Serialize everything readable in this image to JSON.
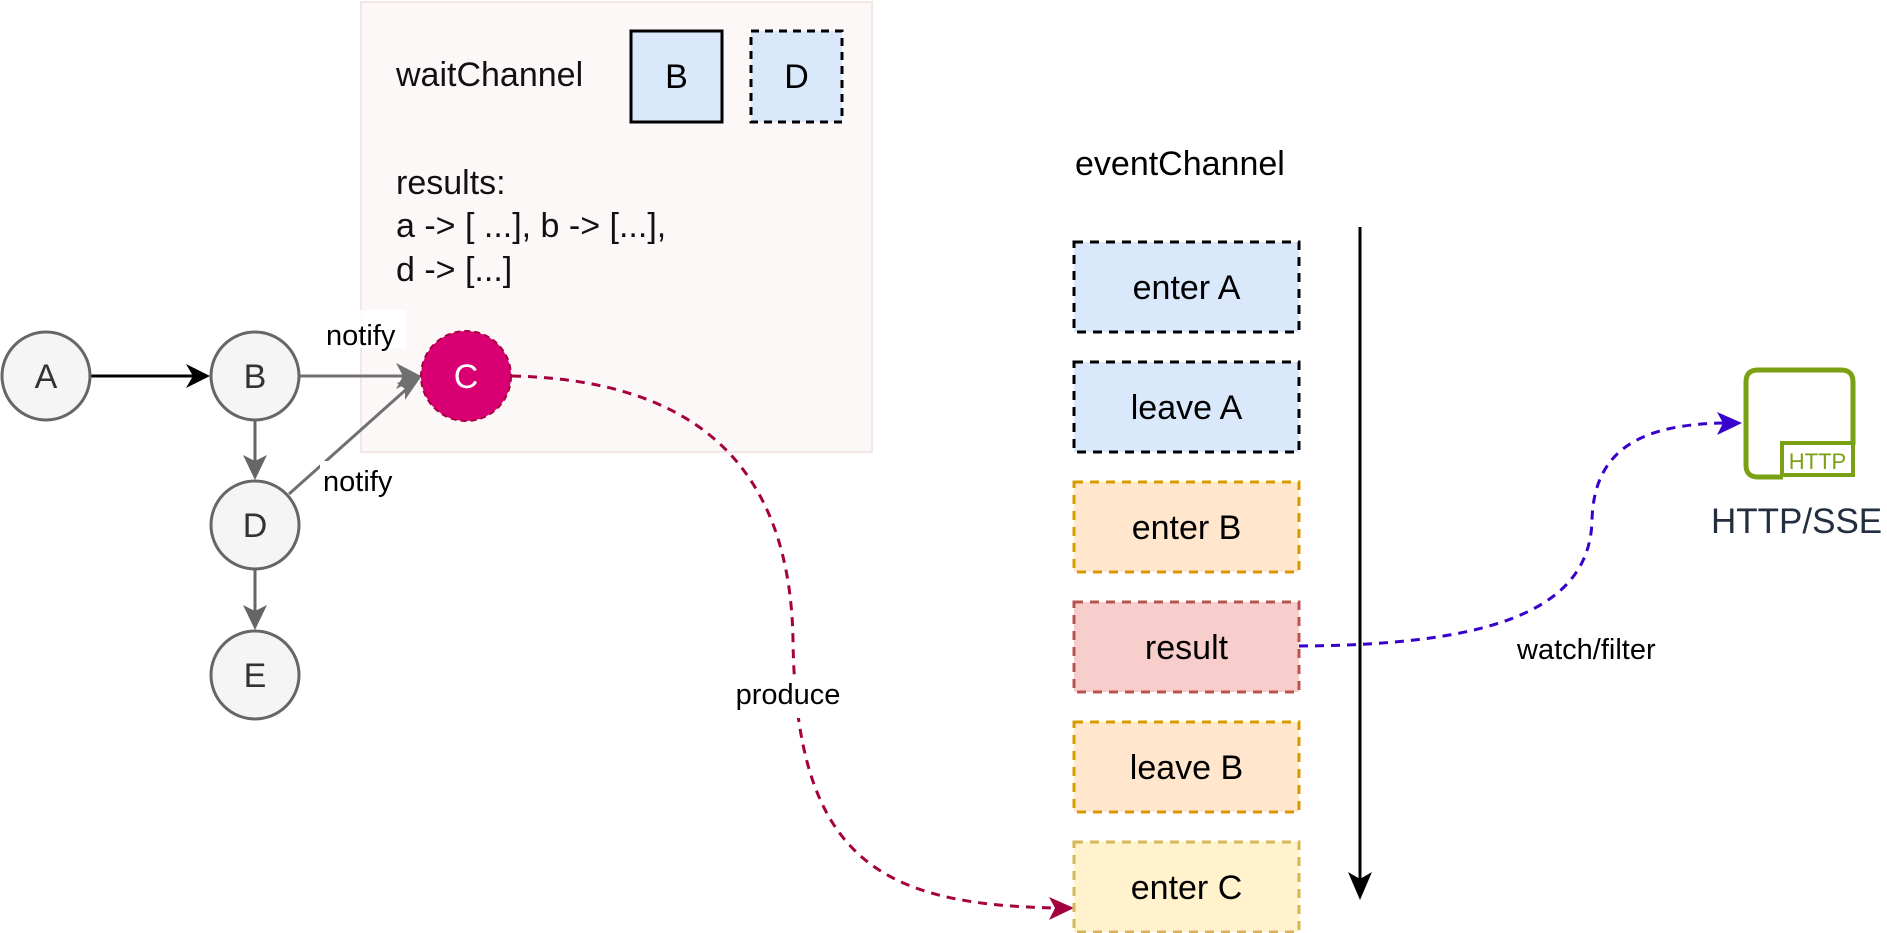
{
  "diagram": {
    "nodes": [
      {
        "id": "A",
        "label": "A"
      },
      {
        "id": "B",
        "label": "B"
      },
      {
        "id": "D",
        "label": "D"
      },
      {
        "id": "E",
        "label": "E"
      },
      {
        "id": "C",
        "label": "C"
      }
    ],
    "edges": [
      {
        "from": "A",
        "to": "B",
        "label": ""
      },
      {
        "from": "B",
        "to": "C",
        "label": "notify"
      },
      {
        "from": "B",
        "to": "D",
        "label": ""
      },
      {
        "from": "D",
        "to": "C",
        "label": "notify"
      },
      {
        "from": "D",
        "to": "E",
        "label": ""
      },
      {
        "from": "C",
        "to": "enter C",
        "label": "produce"
      },
      {
        "from": "result",
        "to": "HTTP/SSE",
        "label": "watch/filter"
      }
    ],
    "wait_panel": {
      "title": "waitChannel",
      "queue": [
        {
          "label": "B",
          "border": "solid"
        },
        {
          "label": "D",
          "border": "dashed"
        }
      ],
      "results_lines": [
        "results:",
        "a -> [ ...], b -> [...],",
        "d -> [...]"
      ]
    },
    "event_channel": {
      "title": "eventChannel",
      "events": [
        {
          "label": "enter A",
          "fill": "#dae8fc",
          "stroke": "#000000"
        },
        {
          "label": "leave A",
          "fill": "#dae8fc",
          "stroke": "#000000"
        },
        {
          "label": "enter B",
          "fill": "#ffe6cc",
          "stroke": "#d79b00"
        },
        {
          "label": "result",
          "fill": "#f8cecc",
          "stroke": "#b85450"
        },
        {
          "label": "leave B",
          "fill": "#ffe6cc",
          "stroke": "#d79b00"
        },
        {
          "label": "enter C",
          "fill": "#fff2cc",
          "stroke": "#d6b656"
        }
      ]
    },
    "sink": {
      "label": "HTTP/SSE",
      "icon_text": "HTTP"
    },
    "labels": {
      "notify_top": "notify",
      "notify_bottom": "notify",
      "produce": "produce",
      "watch_filter": "watch/filter"
    },
    "colors": {
      "node_fill": "#f5f5f5",
      "node_stroke": "#666666",
      "c_fill": "#d80073",
      "c_stroke": "#a50040",
      "produce_edge": "#a50040",
      "watch_edge": "#3700cc",
      "http_green": "#7aa116",
      "panel_fill": "#fdf8f8",
      "panel_stroke": "#f5e6e6",
      "queue_fill": "#dae8fc",
      "sink_text": "#232f3e"
    }
  }
}
